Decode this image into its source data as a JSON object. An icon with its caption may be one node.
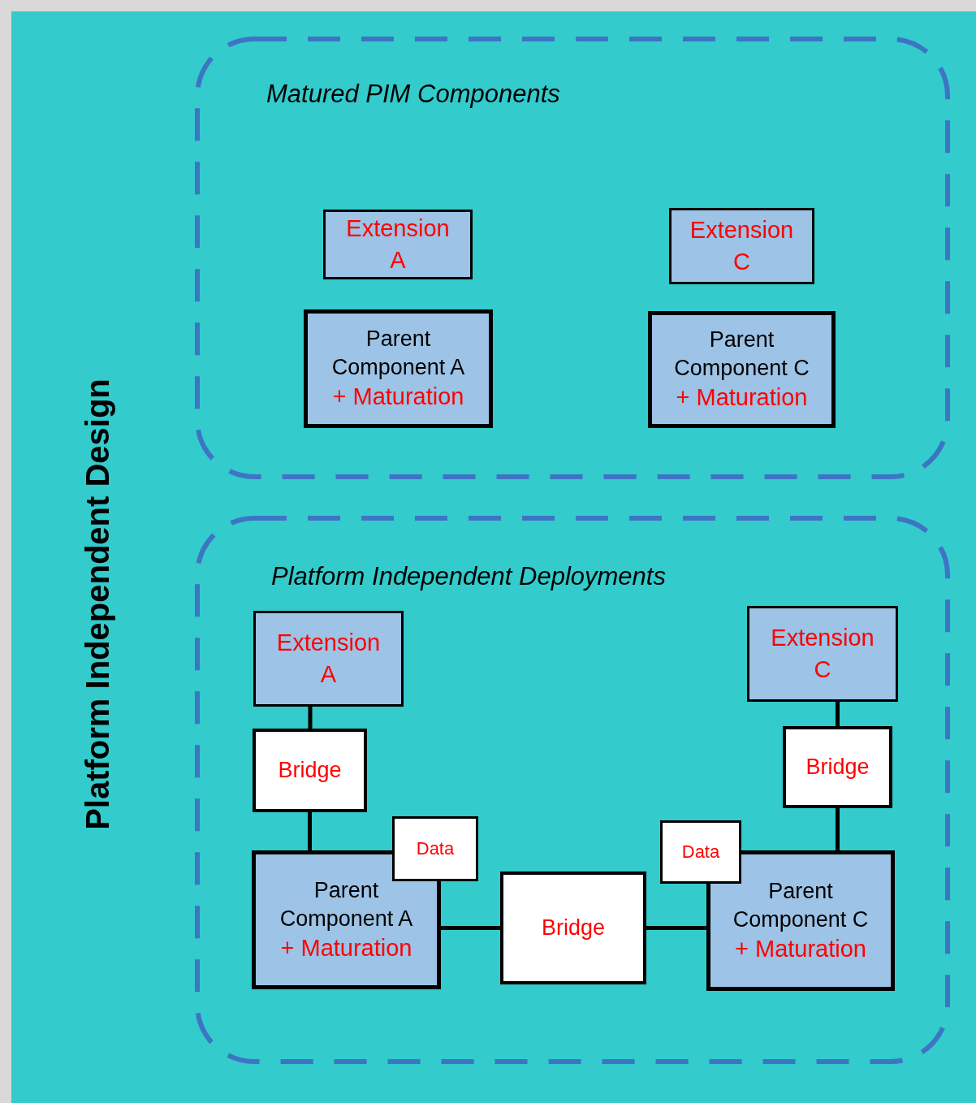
{
  "diagram": {
    "nodes": [
      {
        "text": [
          "Platform Independent Design"
        ]
      },
      {
        "text": [
          "Matured PIM Components"
        ],
        "in": 0
      },
      {
        "text": [
          "Extension A"
        ],
        "in": 1
      },
      {
        "text": [
          "Parent Component A",
          "+ Maturation"
        ],
        "in": 1
      },
      {
        "text": [
          "Extension C"
        ],
        "in": 1
      },
      {
        "text": [
          "Parent Component C",
          "+ Maturation"
        ],
        "in": 1
      },
      {
        "text": [
          "Platform Independent Deployments"
        ],
        "in": 0
      },
      {
        "text": [
          "Extension A"
        ],
        "in": 6
      },
      {
        "text": [
          "Bridge"
        ],
        "in": 6
      },
      {
        "text": [
          "Parent Component A",
          "+ Maturation"
        ],
        "in": 6
      },
      {
        "text": [
          "Data"
        ],
        "in": 6
      },
      {
        "text": [
          "Bridge"
        ],
        "in": 6
      },
      {
        "text": [
          "Extension C"
        ],
        "in": 6
      },
      {
        "text": [
          "Bridge"
        ],
        "in": 6
      },
      {
        "text": [
          "Data"
        ],
        "in": 6
      },
      {
        "text": [
          "Parent Component C",
          "+ Maturation"
        ],
        "in": 6
      }
    ],
    "edges": [
      {
        "from": 7,
        "to": 8,
        "arrow": "none"
      },
      {
        "from": 8,
        "to": 9,
        "arrow": "none"
      },
      {
        "from": 9,
        "to": 11,
        "arrow": "none"
      },
      {
        "from": 11,
        "to": 15,
        "arrow": "none"
      },
      {
        "from": 12,
        "to": 13,
        "arrow": "none"
      },
      {
        "from": 13,
        "to": 15,
        "arrow": "none"
      }
    ]
  }
}
